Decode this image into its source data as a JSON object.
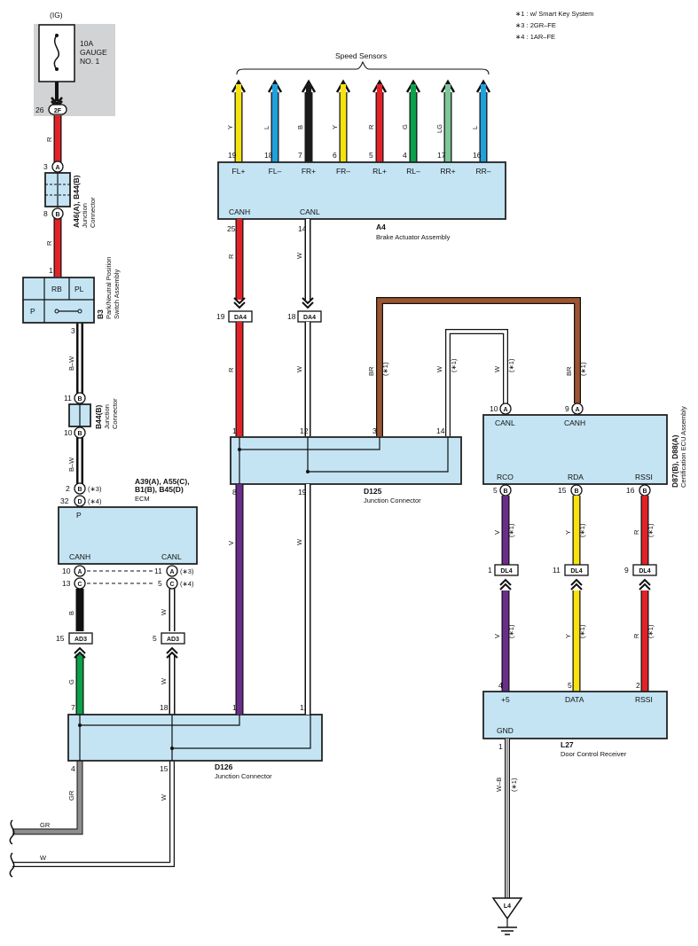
{
  "colors": {
    "R": "#e32227",
    "L": "#21a0dc",
    "B": "#1b1b1b",
    "Y": "#f6e20e",
    "G": "#0aa14a",
    "LG": "#7dc79a",
    "V": "#6b2c8c",
    "BR": "#9c5530",
    "GR": "#8e8e8e",
    "W": "#ffffff",
    "box": "#c4e4f3"
  },
  "notes": [
    "∗1 : w/ Smart Key System",
    "∗3 : 2GR–FE",
    "∗4 : 1AR–FE"
  ],
  "fuse": {
    "ig": "(IG)",
    "rating": "10A",
    "name1": "GAUGE",
    "name2": "NO. 1",
    "pin": "26",
    "conn": "2F"
  },
  "jc_a46": {
    "pin_top": "3",
    "conn_top": "A",
    "pin_bot": "8",
    "conn_bot": "B",
    "label_bold": "A46(A), B44(B)",
    "label1": "Junction",
    "label2": "Connector"
  },
  "b3": {
    "pin1": "1",
    "rb": "RB",
    "pl": "PL",
    "p": "P",
    "pin3": "3",
    "label_bold": "B3",
    "label1": "Park/Neutral Position",
    "label2": "Switch Assembly"
  },
  "b44": {
    "pin11": "11",
    "conn11": "B",
    "pin10": "10",
    "conn10": "B",
    "label_bold": "B44(B)",
    "label1": "Junction",
    "label2": "Connector"
  },
  "ecm": {
    "pin2": "2",
    "c2": "B",
    "n2": "(∗3)",
    "pin32": "32",
    "c32": "D",
    "n32": "(∗4)",
    "p": "P",
    "canh": "CANH",
    "canl": "CANL",
    "label_bold1": "A39(A), A55(C),",
    "label_bold2": "B1(B), B45(D)",
    "label": "ECM",
    "pin10": "10",
    "c10": "A",
    "pin13": "13",
    "c13": "C",
    "pin11": "11",
    "c11": "A",
    "n11": "(∗3)",
    "pin5": "5",
    "c5": "C",
    "n5": "(∗4)"
  },
  "ad3": {
    "pin15": "15",
    "pin5": "5",
    "name": "AD3"
  },
  "d126": {
    "pin7": "7",
    "pin18": "18",
    "pin1": "1",
    "pin12": "12",
    "pin4": "4",
    "pin15": "15",
    "label_bold": "D126",
    "label": "Junction Connector"
  },
  "a4": {
    "title": "Speed Sensors",
    "pins": [
      "19",
      "18",
      "7",
      "6",
      "5",
      "4",
      "17",
      "16"
    ],
    "terms": [
      "FL+",
      "FL–",
      "FR+",
      "FR–",
      "RL+",
      "RL–",
      "RR+",
      "RR–"
    ],
    "wires": [
      "Y",
      "L",
      "B",
      "Y",
      "R",
      "G",
      "LG",
      "L"
    ],
    "canh": "CANH",
    "canl": "CANL",
    "pin25": "25",
    "pin14": "14",
    "label_bold": "A4",
    "label": "Brake Actuator Assembly"
  },
  "da4": {
    "pin19": "19",
    "pin18": "18",
    "name": "DA4"
  },
  "d125": {
    "pin1": "1",
    "pin12": "12",
    "pin3": "3",
    "pin14": "14",
    "pin8": "8",
    "pin19": "19",
    "label_bold": "D125",
    "label": "Junction Connector"
  },
  "cert": {
    "pin10": "10",
    "c10": "A",
    "pin9": "9",
    "c9": "A",
    "canl": "CANL",
    "canh": "CANH",
    "rco": "RCO",
    "rda": "RDA",
    "rssi": "RSSI",
    "pin5": "5",
    "c5": "B",
    "pin15": "15",
    "c15": "B",
    "pin16": "16",
    "c16": "B",
    "label_bold": "D87(B), D88(A)",
    "label": "Certification ECU Assembly"
  },
  "dl4": {
    "pin1": "1",
    "pin11": "11",
    "pin9": "9",
    "name": "DL4"
  },
  "l27": {
    "pin4": "4",
    "pin5": "5",
    "pin2": "2",
    "t1": "+5",
    "t2": "DATA",
    "t3": "RSSI",
    "gnd": "GND",
    "pin1": "1",
    "label_bold": "L27",
    "label": "Door Control Receiver"
  },
  "ground": {
    "name": "L4"
  },
  "wire_labels": {
    "R": "R",
    "BW": "B–W",
    "B": "B",
    "W": "W",
    "G": "G",
    "GR": "GR",
    "V": "V",
    "BR": "BR",
    "Y": "Y",
    "WB": "W–B",
    "n1": "(∗1)"
  }
}
